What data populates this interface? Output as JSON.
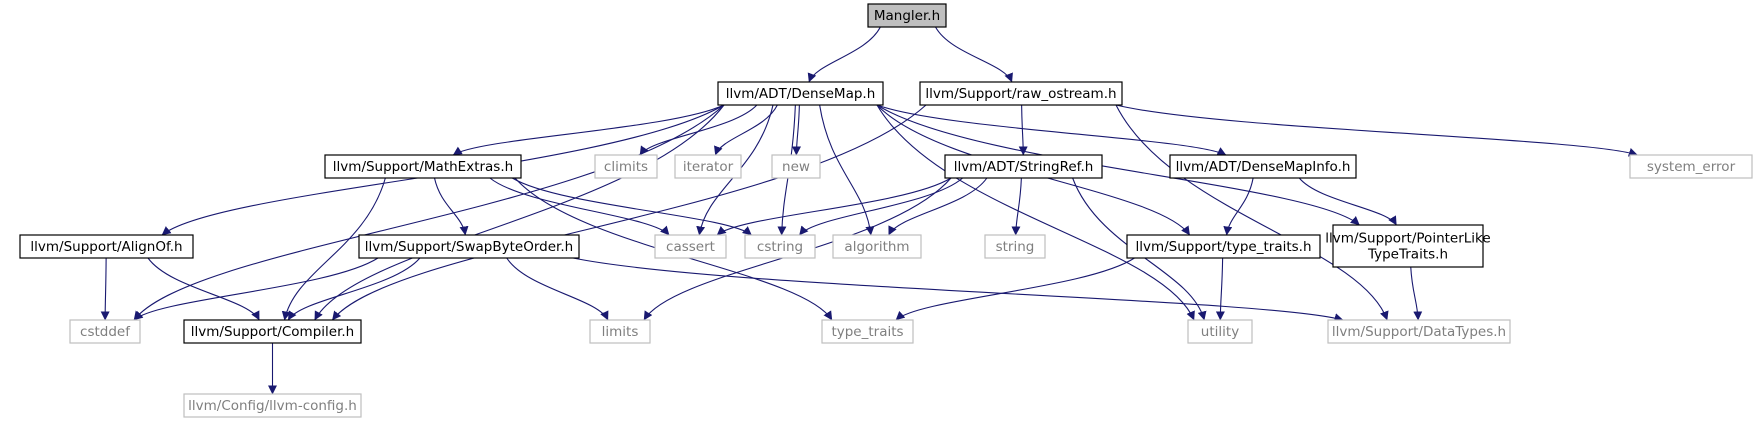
{
  "graph": {
    "nodes": [
      {
        "id": "mangler",
        "label": "Mangler.h",
        "style": "root"
      },
      {
        "id": "densemap",
        "label": "llvm/ADT/DenseMap.h",
        "style": "internal"
      },
      {
        "id": "rawostream",
        "label": "llvm/Support/raw_ostream.h",
        "style": "internal"
      },
      {
        "id": "mathextras",
        "label": "llvm/Support/MathExtras.h",
        "style": "internal"
      },
      {
        "id": "climits",
        "label": "climits",
        "style": "external"
      },
      {
        "id": "iterator",
        "label": "iterator",
        "style": "external"
      },
      {
        "id": "new",
        "label": "new",
        "style": "external"
      },
      {
        "id": "stringref",
        "label": "llvm/ADT/StringRef.h",
        "style": "internal"
      },
      {
        "id": "densemapinfo",
        "label": "llvm/ADT/DenseMapInfo.h",
        "style": "internal"
      },
      {
        "id": "system_error",
        "label": "system_error",
        "style": "external"
      },
      {
        "id": "alignof",
        "label": "llvm/Support/AlignOf.h",
        "style": "internal"
      },
      {
        "id": "swapbyteorder",
        "label": "llvm/Support/SwapByteOrder.h",
        "style": "internal"
      },
      {
        "id": "cassert",
        "label": "cassert",
        "style": "external"
      },
      {
        "id": "cstring",
        "label": "cstring",
        "style": "external"
      },
      {
        "id": "algorithm",
        "label": "algorithm",
        "style": "external"
      },
      {
        "id": "string",
        "label": "string",
        "style": "external"
      },
      {
        "id": "typetraits_h",
        "label": "llvm/Support/type_traits.h",
        "style": "internal"
      },
      {
        "id": "pointerlike",
        "label": "llvm/Support/PointerLike\nTypeTraits.h",
        "style": "internal"
      },
      {
        "id": "cstddef",
        "label": "cstddef",
        "style": "external"
      },
      {
        "id": "compiler",
        "label": "llvm/Support/Compiler.h",
        "style": "internal"
      },
      {
        "id": "limits",
        "label": "limits",
        "style": "external"
      },
      {
        "id": "type_traits",
        "label": "type_traits",
        "style": "external"
      },
      {
        "id": "utility",
        "label": "utility",
        "style": "external"
      },
      {
        "id": "datatypes",
        "label": "llvm/Support/DataTypes.h",
        "style": "external"
      },
      {
        "id": "llvmconfig",
        "label": "llvm/Config/llvm-config.h",
        "style": "external"
      }
    ],
    "edges": [
      [
        "mangler",
        "densemap"
      ],
      [
        "mangler",
        "rawostream"
      ],
      [
        "densemap",
        "mathextras"
      ],
      [
        "densemap",
        "climits"
      ],
      [
        "densemap",
        "iterator"
      ],
      [
        "densemap",
        "new"
      ],
      [
        "densemap",
        "algorithm"
      ],
      [
        "densemap",
        "cstring"
      ],
      [
        "densemap",
        "cassert"
      ],
      [
        "densemap",
        "alignof"
      ],
      [
        "densemap",
        "cstddef"
      ],
      [
        "densemap",
        "compiler"
      ],
      [
        "densemap",
        "densemapinfo"
      ],
      [
        "densemap",
        "typetraits_h"
      ],
      [
        "densemap",
        "pointerlike"
      ],
      [
        "densemap",
        "utility"
      ],
      [
        "rawostream",
        "stringref"
      ],
      [
        "rawostream",
        "system_error"
      ],
      [
        "rawostream",
        "compiler"
      ],
      [
        "rawostream",
        "datatypes"
      ],
      [
        "mathextras",
        "swapbyteorder"
      ],
      [
        "mathextras",
        "cassert"
      ],
      [
        "mathextras",
        "cstring"
      ],
      [
        "mathextras",
        "compiler"
      ],
      [
        "mathextras",
        "type_traits"
      ],
      [
        "stringref",
        "cassert"
      ],
      [
        "stringref",
        "cstring"
      ],
      [
        "stringref",
        "algorithm"
      ],
      [
        "stringref",
        "string"
      ],
      [
        "stringref",
        "limits"
      ],
      [
        "stringref",
        "utility"
      ],
      [
        "densemapinfo",
        "typetraits_h"
      ],
      [
        "densemapinfo",
        "pointerlike"
      ],
      [
        "alignof",
        "cstddef"
      ],
      [
        "alignof",
        "compiler"
      ],
      [
        "swapbyteorder",
        "cstddef"
      ],
      [
        "swapbyteorder",
        "compiler"
      ],
      [
        "swapbyteorder",
        "limits"
      ],
      [
        "swapbyteorder",
        "datatypes"
      ],
      [
        "typetraits_h",
        "utility"
      ],
      [
        "typetraits_h",
        "type_traits"
      ],
      [
        "pointerlike",
        "datatypes"
      ],
      [
        "compiler",
        "llvmconfig"
      ]
    ]
  },
  "colors": {
    "edge": "#191970",
    "root_fill": "#bfbfbf",
    "root_border": "#000000",
    "internal_fill": "#ffffff",
    "internal_border": "#000000",
    "external_fill": "#ffffff",
    "external_border": "#bfbfbf",
    "external_text": "#7f7f7f"
  }
}
